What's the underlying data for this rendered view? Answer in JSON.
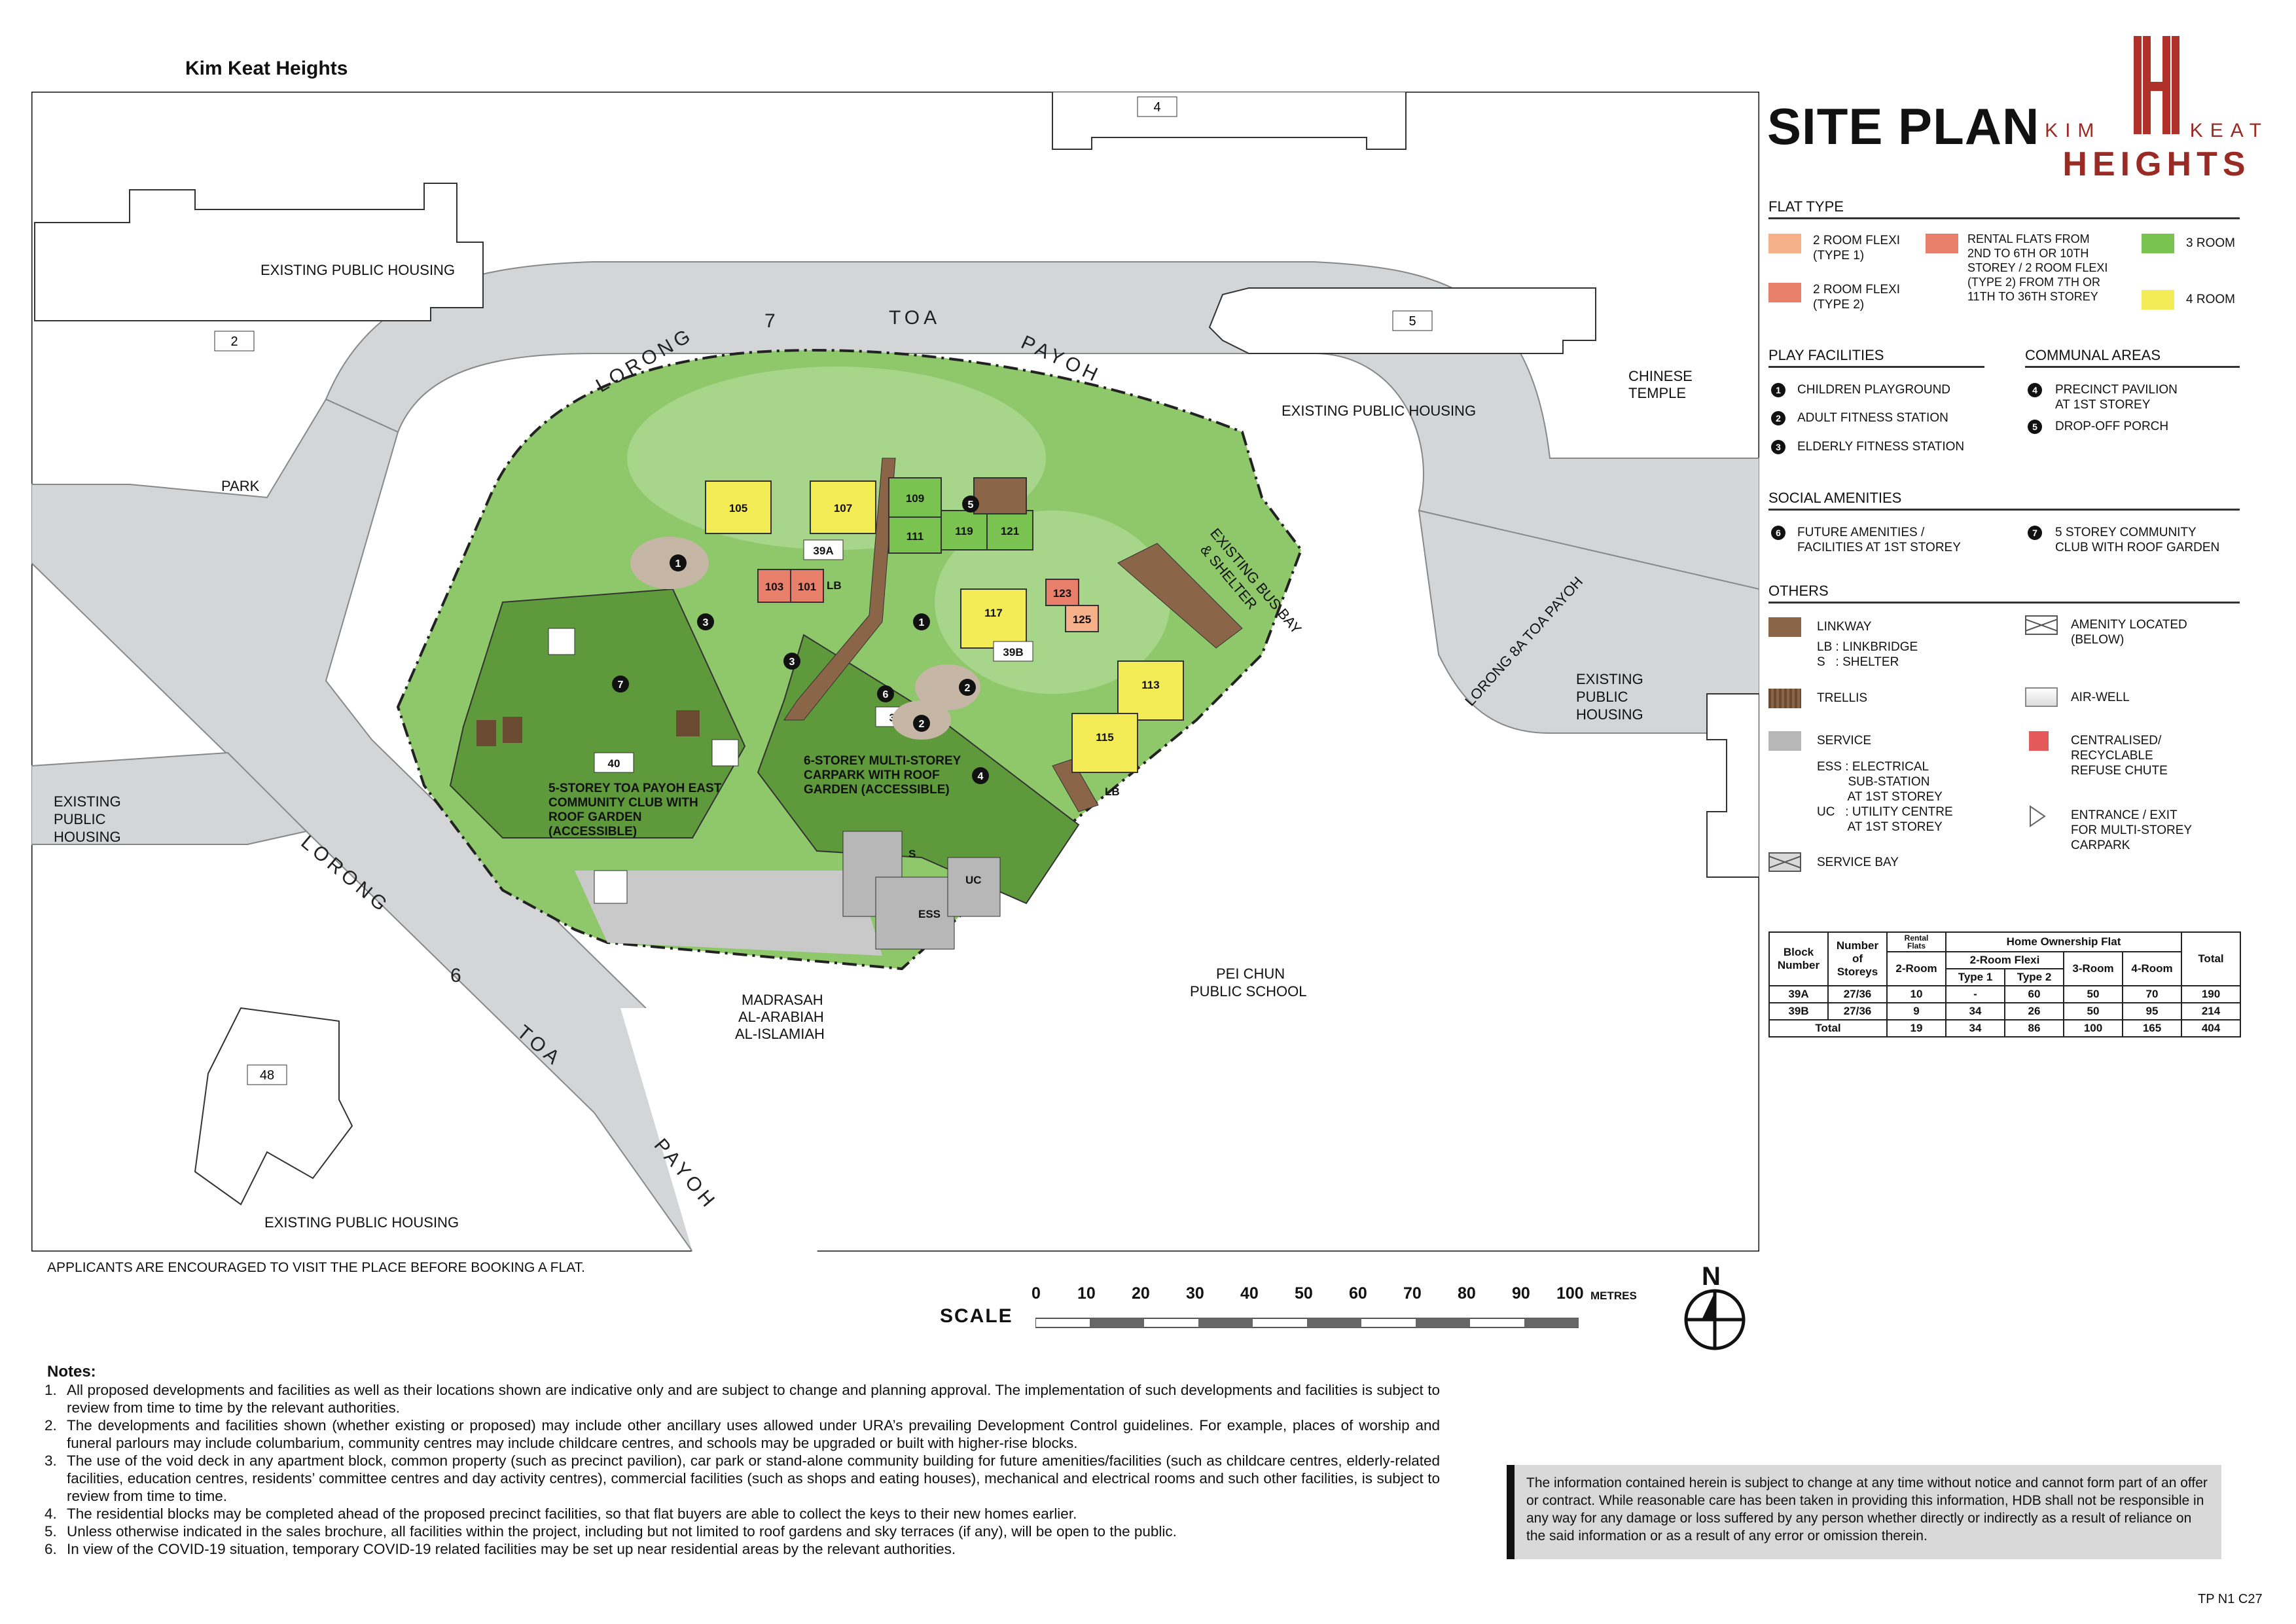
{
  "project_title": "Kim Keat Heights",
  "site_plan_title": "SITE PLAN",
  "logo": {
    "line1": "KIM",
    "line2": "KEAT",
    "line3": "HEIGHTS"
  },
  "map": {
    "labels": {
      "existing_housing_nw": "EXISTING PUBLIC HOUSING",
      "existing_housing_ne": "EXISTING PUBLIC HOUSING",
      "existing_housing_e": [
        "EXISTING",
        "PUBLIC",
        "HOUSING"
      ],
      "existing_housing_w": [
        "EXISTING",
        "PUBLIC",
        "HOUSING"
      ],
      "existing_housing_sw": "EXISTING PUBLIC HOUSING",
      "park": "PARK",
      "chinese_temple": [
        "CHINESE",
        "TEMPLE"
      ],
      "madrasah": [
        "MADRASAH",
        "AL-ARABIAH",
        "AL-ISLAMIAH"
      ],
      "school": [
        "PEI CHUN",
        "PUBLIC SCHOOL"
      ],
      "bus_bay": [
        "EXISTING BUS BAY",
        "& SHELTER"
      ],
      "community_club": [
        "5-STOREY TOA PAYOH EAST",
        "COMMUNITY CLUB WITH",
        "ROOF GARDEN",
        "(ACCESSIBLE)"
      ],
      "carpark": [
        "6-STOREY MULTI-STOREY",
        "CARPARK WITH ROOF",
        "GARDEN (ACCESSIBLE)"
      ],
      "lb": "LB",
      "ess": "ESS",
      "uc": "UC",
      "s": "S"
    },
    "roads": {
      "lorong7": [
        "LORONG",
        "7",
        "TOA",
        "PAYOH"
      ],
      "lorong6": [
        "LORONG",
        "6",
        "TOA",
        "PAYOH"
      ],
      "lorong8a": "LORONG 8A TOA PAYOH"
    },
    "existing_blocks": [
      "4",
      "2",
      "5",
      "48"
    ],
    "new_blocks": [
      "105",
      "107",
      "109",
      "111",
      "119",
      "121",
      "103",
      "101",
      "117",
      "123",
      "125",
      "113",
      "115"
    ],
    "block_tags": [
      "39A",
      "39B",
      "39",
      "40"
    ],
    "markers": [
      "1",
      "1",
      "2",
      "2",
      "3",
      "3",
      "4",
      "5",
      "6",
      "7"
    ]
  },
  "legend": {
    "flat_type": {
      "heading": "FLAT TYPE",
      "items": [
        {
          "label": "2 ROOM FLEXI\n(TYPE 1)",
          "color": "#f6b08a"
        },
        {
          "label": "2 ROOM FLEXI\n(TYPE 2)",
          "color": "#e77f6a"
        },
        {
          "label": "RENTAL FLATS FROM\n2ND TO 6TH OR 10TH\nSTOREY / 2 ROOM FLEXI\n(TYPE 2) FROM 7TH OR\n11TH TO 36TH STOREY",
          "color": "#e77f6a"
        },
        {
          "label": "3 ROOM",
          "color": "#7ac351"
        },
        {
          "label": "4 ROOM",
          "color": "#f3ec57"
        }
      ]
    },
    "play": {
      "heading": "PLAY FACILITIES",
      "items": [
        {
          "num": "1",
          "label": "CHILDREN PLAYGROUND"
        },
        {
          "num": "2",
          "label": "ADULT FITNESS STATION"
        },
        {
          "num": "3",
          "label": "ELDERLY FITNESS STATION"
        }
      ]
    },
    "communal": {
      "heading": "COMMUNAL AREAS",
      "items": [
        {
          "num": "4",
          "label": "PRECINCT PAVILION\nAT 1ST STOREY"
        },
        {
          "num": "5",
          "label": "DROP-OFF PORCH"
        }
      ]
    },
    "social": {
      "heading": "SOCIAL AMENITIES",
      "items": [
        {
          "num": "6",
          "label": "FUTURE AMENITIES /\nFACILITIES AT 1ST STOREY"
        },
        {
          "num": "7",
          "label": "5 STOREY COMMUNITY\nCLUB WITH ROOF GARDEN"
        }
      ]
    },
    "others": {
      "heading": "OTHERS",
      "linkway": "LINKWAY",
      "linkway_sub": "LB : LINKBRIDGE\nS   : SHELTER",
      "trellis": "TRELLIS",
      "service": "SERVICE",
      "service_sub": "ESS : ELECTRICAL\n         SUB-STATION\n         AT 1ST STOREY\nUC   : UTILITY CENTRE\n         AT 1ST STOREY",
      "service_bay": "SERVICE BAY",
      "amenity": "AMENITY LOCATED\n(BELOW)",
      "airwell": "AIR-WELL",
      "refuse": "CENTRALISED/\nRECYCLABLE\nREFUSE CHUTE",
      "entrance": "ENTRANCE / EXIT\nFOR MULTI-STOREY\nCARPARK",
      "colors": {
        "linkway": "#8a6548",
        "trellis": "#6b4a32",
        "service": "#b7b7b7",
        "refuse": "#e45a5a"
      }
    }
  },
  "table": {
    "h_block": "Block\nNumber",
    "h_storeys": "Number\nof\nStoreys",
    "h_rental": "Rental\nFlats",
    "h_home": "Home Ownership Flat",
    "h_2room": "2-Room",
    "h_2flexi": "2-Room Flexi",
    "h_type1": "Type 1",
    "h_type2": "Type 2",
    "h_3room": "3-Room",
    "h_4room": "4-Room",
    "h_total": "Total",
    "rows": [
      [
        "39A",
        "27/36",
        "10",
        "-",
        "60",
        "50",
        "70",
        "190"
      ],
      [
        "39B",
        "27/36",
        "9",
        "34",
        "26",
        "50",
        "95",
        "214"
      ]
    ],
    "total_row": [
      "Total",
      "19",
      "34",
      "86",
      "100",
      "165",
      "404"
    ]
  },
  "applicants": "APPLICANTS ARE ENCOURAGED TO VISIT THE PLACE BEFORE BOOKING A FLAT.",
  "scale": {
    "label": "SCALE",
    "ticks": [
      "0",
      "10",
      "20",
      "30",
      "40",
      "50",
      "60",
      "70",
      "80",
      "90",
      "100"
    ],
    "unit": "METRES"
  },
  "north": "N",
  "notes": {
    "heading": "Notes:",
    "items": [
      {
        "n": "1.",
        "text": "All proposed developments and facilities as well as their locations shown are indicative only and are subject to change and planning approval. The implementation of such developments and facilities is subject to review from time to time by the relevant authorities."
      },
      {
        "n": "2.",
        "text": "The developments and facilities shown (whether existing or proposed) may include other ancillary uses allowed under URA’s prevailing Development Control guidelines. For example, places of worship and funeral parlours may include columbarium, community centres may include childcare centres, and schools may be upgraded or built with higher-rise blocks."
      },
      {
        "n": "3.",
        "text": "The use of the void deck in any apartment block, common property (such as precinct pavilion), car park or stand-alone community building for future amenities/facilities (such as childcare centres, elderly-related facilities, education centres, residents’ committee centres and day activity centres), commercial facilities (such as shops and eating houses), mechanical and electrical rooms and such other facilities, is subject to review from time to time."
      },
      {
        "n": "4.",
        "text": "The residential blocks may be completed ahead of the proposed precinct facilities, so that flat buyers are able to collect the keys to their new homes earlier."
      },
      {
        "n": "5.",
        "text": "Unless otherwise indicated in the sales brochure, all facilities within the project, including but not limited to roof gardens and sky terraces (if any), will be open to the public."
      },
      {
        "n": "6.",
        "text": "In view of the COVID-19 situation, temporary COVID-19 related facilities may be set up near residential areas by the relevant authorities."
      }
    ]
  },
  "disclaimer": "The information contained herein is subject to change at any time without notice and cannot form part of an offer or contract. While reasonable care has been taken in providing this information, HDB shall not be responsible in any way for any damage or loss suffered by any person whether directly or indirectly as a result of reliance on the said information or as a result of any error or omission therein.",
  "code": "TP N1 C27"
}
